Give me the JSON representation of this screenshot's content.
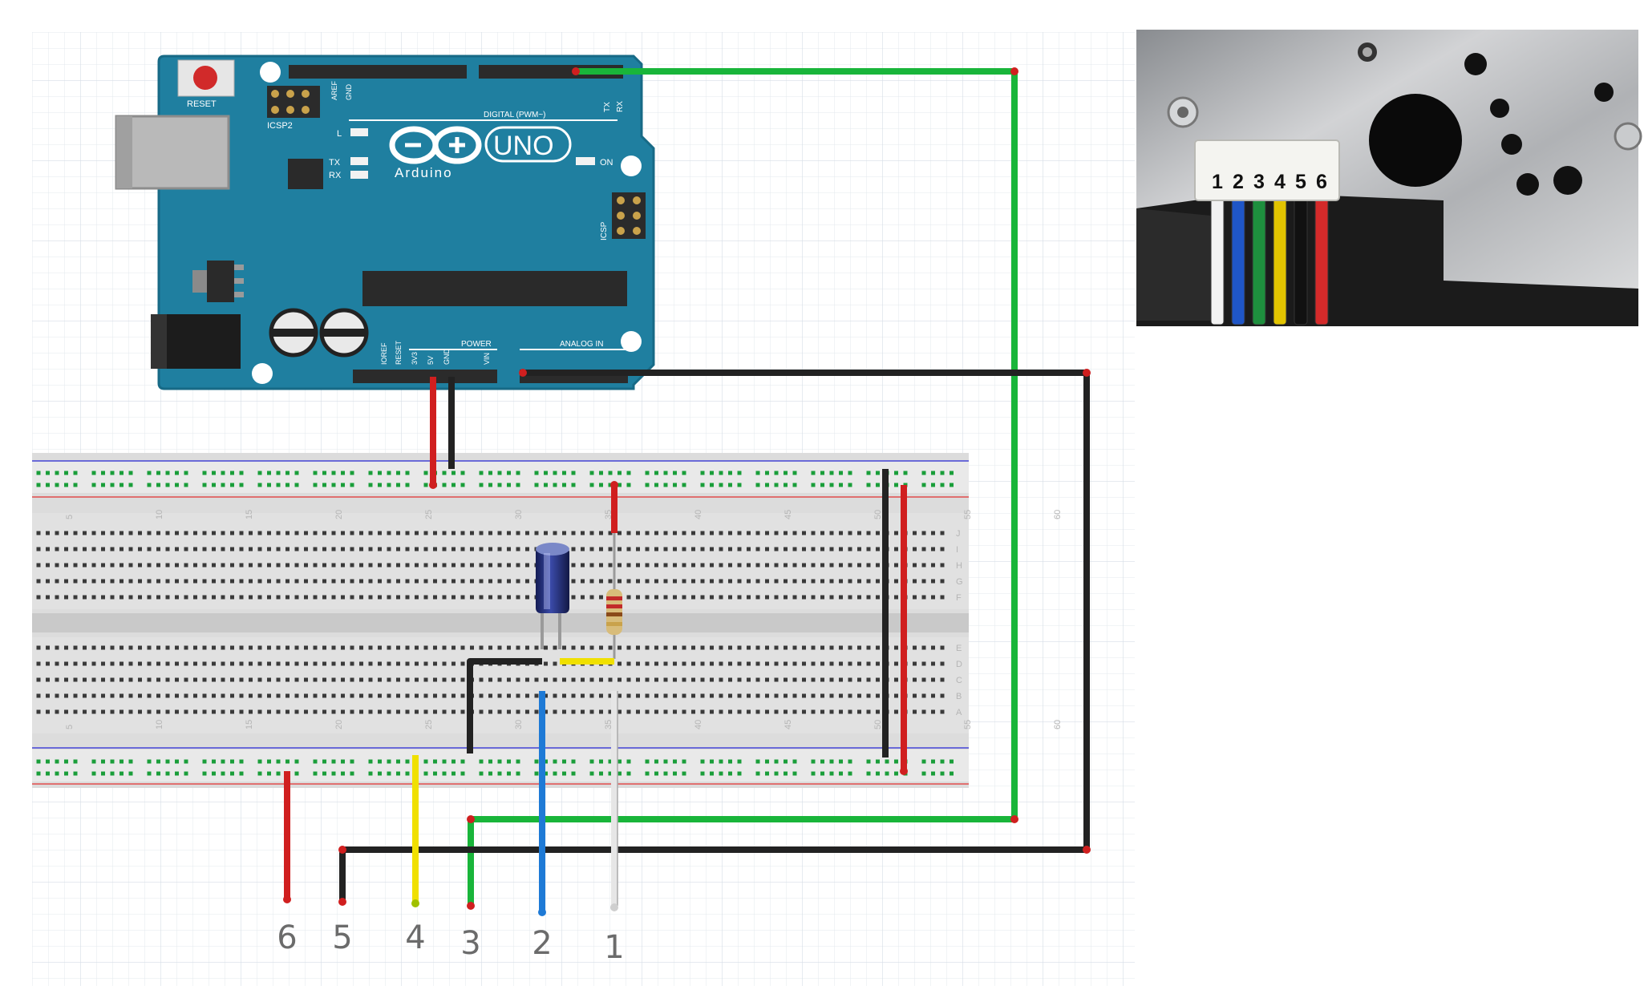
{
  "arduino": {
    "reset_label": "RESET",
    "icsp2_label": "ICSP2",
    "icsp_label": "ICSP",
    "brand_label": "Arduino",
    "model_label": "UNO",
    "digital_label": "DIGITAL (PWM~)",
    "power_label": "POWER",
    "analog_label": "ANALOG IN",
    "on_label": "ON",
    "l_label": "L",
    "tx_label": "TX",
    "rx_label": "RX",
    "aref_label": "AREF",
    "gnd_label": "GND",
    "ioref_label": "IOREF",
    "reset_pin_label": "RESET",
    "v33_label": "3V3",
    "v5_label": "5V",
    "vin_label": "VIN"
  },
  "sensor_photo": {
    "connector_pins": [
      "1",
      "2",
      "3",
      "4",
      "5",
      "6"
    ],
    "wire_colors": [
      "#f2f2f2",
      "#1f56c7",
      "#1e8f3e",
      "#e2c400",
      "#111111",
      "#d42a2a"
    ]
  },
  "breadboard": {
    "column_numbers": [
      "5",
      "10",
      "15",
      "20",
      "25",
      "30",
      "35",
      "40",
      "45",
      "50",
      "55",
      "60"
    ],
    "row_letters_top": [
      "J",
      "I",
      "H",
      "G",
      "F"
    ],
    "row_letters_bottom": [
      "E",
      "D",
      "C",
      "B",
      "A"
    ]
  },
  "pin_labels": [
    "6",
    "5",
    "4",
    "3",
    "2",
    "1"
  ],
  "colors": {
    "board_blue": "#1f7fa0",
    "wire_green": "#19b53a",
    "wire_black": "#222222",
    "wire_red": "#d01f1f",
    "wire_yellow": "#f0e000",
    "wire_blue": "#1e7ad6",
    "wire_white": "#e6e6e6",
    "hole_green": "#1a9e3a"
  }
}
